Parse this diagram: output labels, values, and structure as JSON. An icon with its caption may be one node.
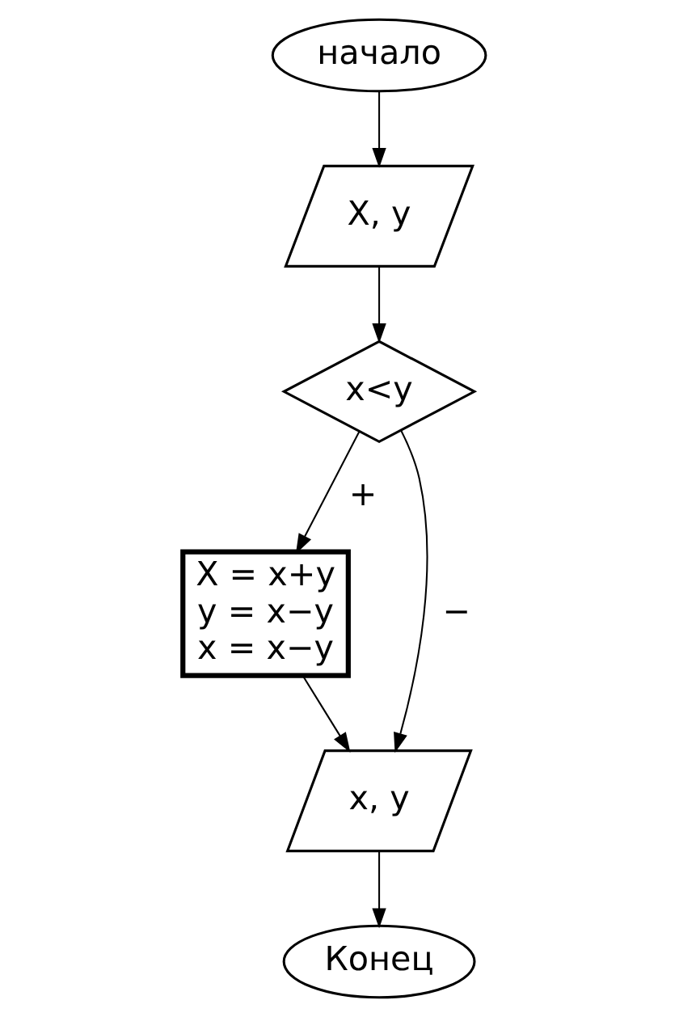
{
  "diagram": {
    "nodes": [
      {
        "text": [
          "начало"
        ]
      },
      {
        "text": [
          "X, y"
        ]
      },
      {
        "text": [
          "x<y"
        ]
      },
      {
        "text": [
          "X = x+y",
          "y = x−y",
          "x = x−y"
        ]
      },
      {
        "text": [
          "x, y"
        ]
      },
      {
        "text": [
          "Конец"
        ]
      }
    ],
    "edges": [
      {
        "from": 0,
        "to": 1,
        "arrow": "to"
      },
      {
        "from": 1,
        "to": 2,
        "arrow": "to"
      },
      {
        "from": 2,
        "to": 3,
        "arrow": "to",
        "label": "+"
      },
      {
        "from": 2,
        "to": 4,
        "arrow": "to",
        "label": "−"
      },
      {
        "from": 3,
        "to": 4,
        "arrow": "to"
      },
      {
        "from": 4,
        "to": 5,
        "arrow": "to"
      }
    ]
  }
}
